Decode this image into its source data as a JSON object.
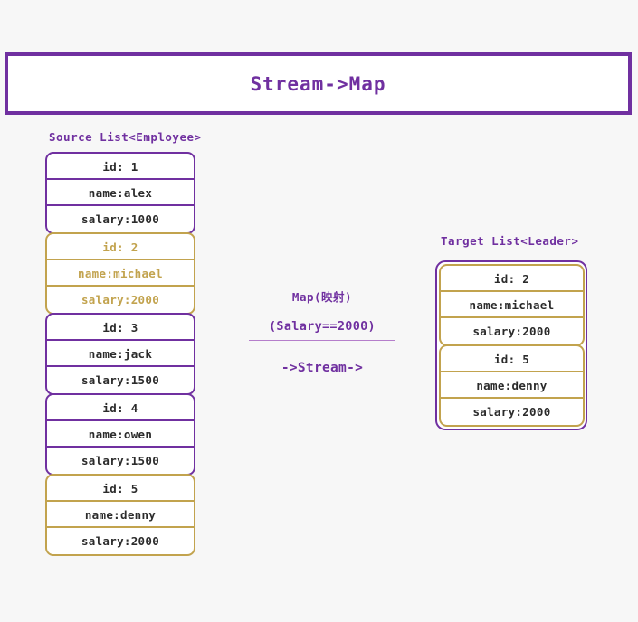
{
  "title": {
    "text": "Stream->Map"
  },
  "source": {
    "heading": "Source List<Employee>",
    "cards": [
      {
        "style": "purple",
        "id": "id: 1",
        "name": "name:alex",
        "salary": "salary:1000"
      },
      {
        "style": "gold-text",
        "id": "id: 2",
        "name": "name:michael",
        "salary": "salary:2000"
      },
      {
        "style": "purple",
        "id": "id: 3",
        "name": "name:jack",
        "salary": "salary:1500"
      },
      {
        "style": "purple",
        "id": "id: 4",
        "name": "name:owen",
        "salary": "salary:1500"
      },
      {
        "style": "gold",
        "id": "id: 5",
        "name": "name:denny",
        "salary": "salary:2000"
      }
    ]
  },
  "operation": {
    "label": "Map(映射)",
    "condition": "(Salary==2000)",
    "stream": "->Stream->"
  },
  "target": {
    "heading": "Target List<Leader>",
    "cards": [
      {
        "style": "gold",
        "id": "id: 2",
        "name": "name:michael",
        "salary": "salary:2000"
      },
      {
        "style": "gold",
        "id": "id: 5",
        "name": "name:denny",
        "salary": "salary:2000"
      }
    ]
  },
  "colors": {
    "accent_purple": "#7030a0",
    "accent_gold": "#c2a34e",
    "divider_purple": "#b57ecb",
    "background": "#f7f7f7",
    "card_background": "#ffffff",
    "text_dark": "#2b2b2b"
  }
}
